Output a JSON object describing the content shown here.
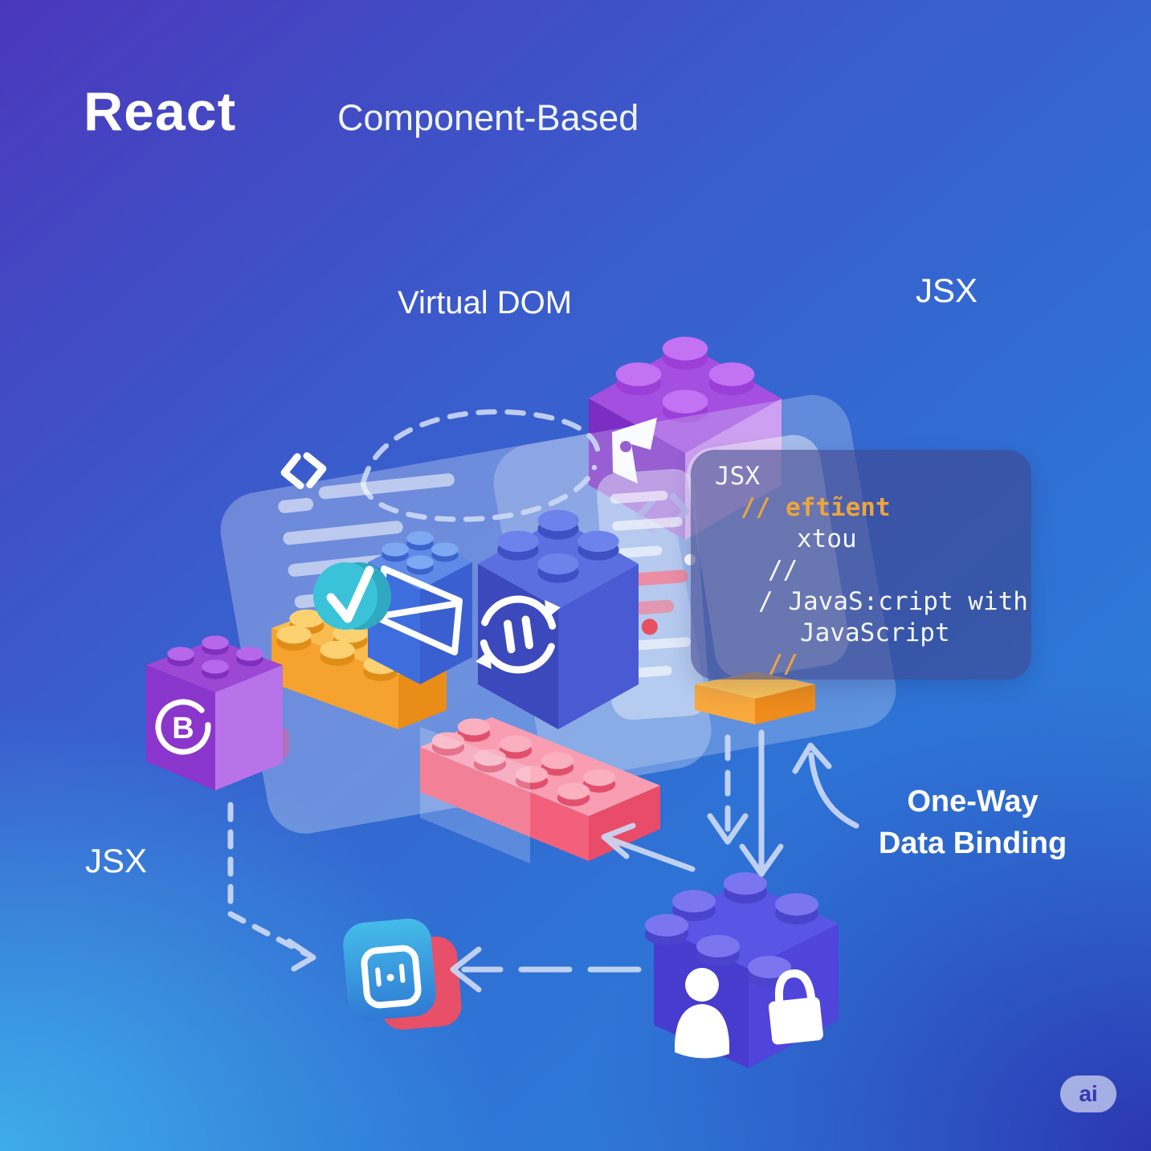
{
  "header": {
    "title": "React",
    "subtitle": "Component-Based"
  },
  "labels": {
    "virtual_dom": "Virtual DOM",
    "jsx_top": "JSX",
    "jsx_bottom": "JSX",
    "one_way_line1": "One-Way",
    "one_way_line2": "Data Binding"
  },
  "code": {
    "lines": [
      {
        "text": "JSX"
      },
      {
        "text": "// eftĩent"
      },
      {
        "text": "xtou"
      },
      {
        "text": "//"
      },
      {
        "text": "/ JavaS:cript with"
      },
      {
        "text": "JavaScript"
      },
      {
        "text": "//"
      }
    ]
  },
  "logo": {
    "letter": "B"
  },
  "badge": {
    "label": "ai"
  },
  "palette": {
    "bg-violet": "#4a38bc",
    "bg-sky": "#36a2e2",
    "bg-indigo": "#2b2aac",
    "code-bg": "rgba(64,68,138,0.6)",
    "code-orange": "#eba43f",
    "arrow": "#ccd9f6",
    "purple-dark": "#7b2dc4",
    "purple-mid": "#a44fe0",
    "purple-light": "#c585ee",
    "orange-top": "#f9bc4e",
    "orange-front": "#f5a22e",
    "orange-side": "#ea8c18",
    "pink-top": "#f99db2",
    "pink-front": "#f2607c",
    "pink-side": "#e94c68",
    "blue-brick-top": "#5e8ae8",
    "blue-brick-front": "#3e6edd",
    "indigo-top": "#5b6fe0",
    "indigo-front": "#3c49bc",
    "indigo-side": "#4a5ad2",
    "cube-top": "#5b55e6",
    "cube-left": "#473cce",
    "cube-right": "#4f45da",
    "teal": "#3ac2d8",
    "icon-cyan": "#45bce8",
    "icon-blue": "#2f7ad4",
    "icon-red": "#e84f68"
  }
}
